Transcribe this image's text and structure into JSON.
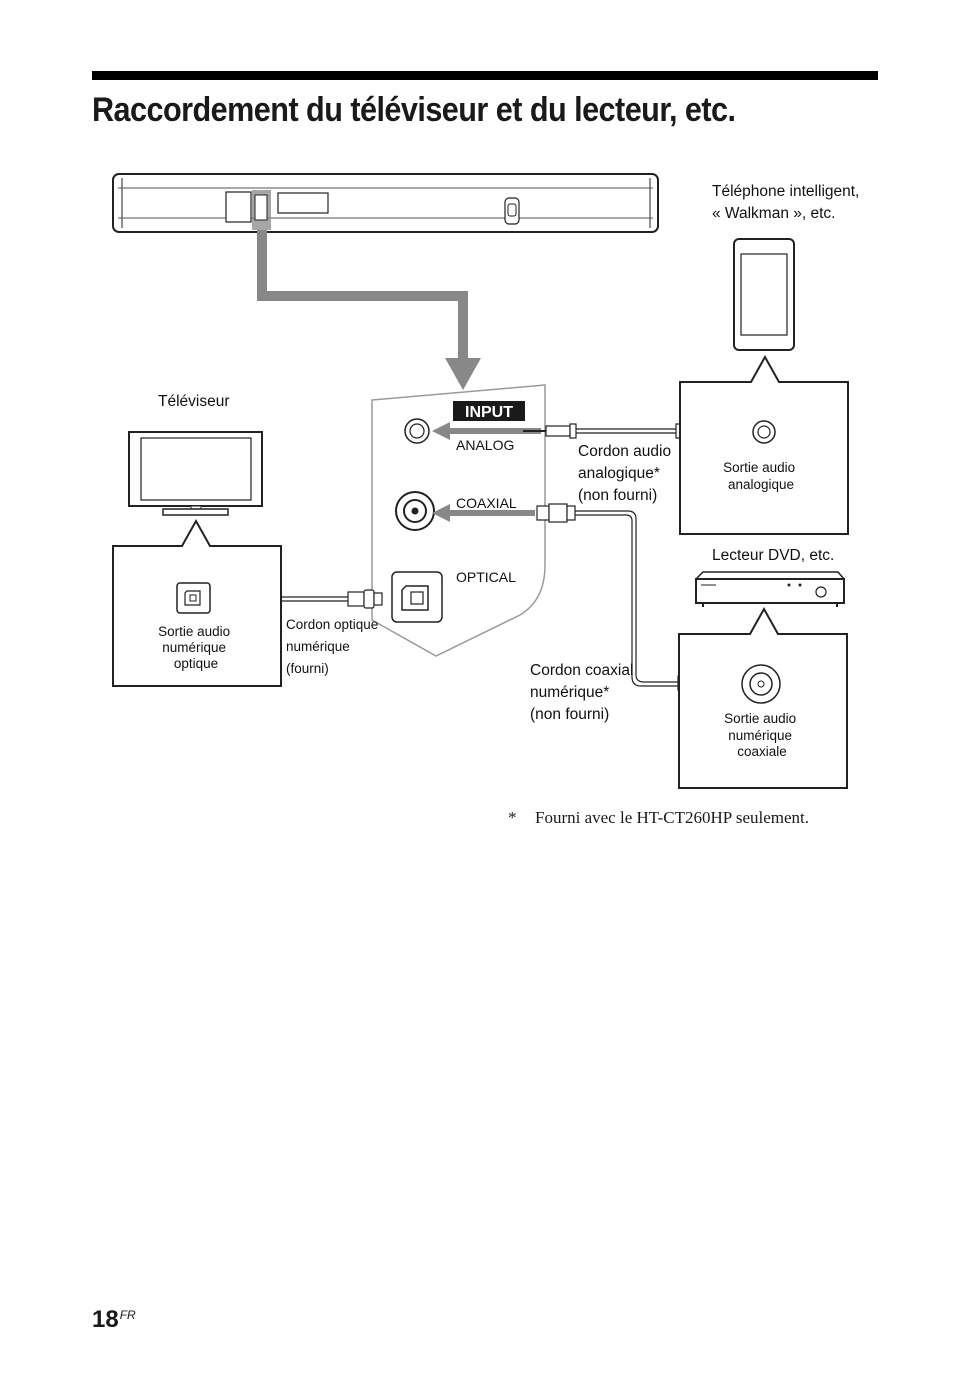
{
  "page": {
    "title": "Raccordement du téléviseur et du lecteur, etc.",
    "footnote_marker": "*",
    "footnote_text": "Fourni avec le HT-CT260HP seulement.",
    "page_number": "18",
    "page_suffix": "FR"
  },
  "diagram": {
    "panel_labels": {
      "input": "INPUT",
      "analog": "ANALOG",
      "coaxial": "COAXIAL",
      "optical": "OPTICAL"
    },
    "devices": {
      "tv": "Téléviseur",
      "phone_line1": "Téléphone intelligent,",
      "phone_line2": "« Walkman », etc.",
      "dvd": "Lecteur DVD, etc."
    },
    "outputs": {
      "optical": [
        "Sortie audio",
        "numérique",
        "optique"
      ],
      "analog": [
        "Sortie audio",
        "analogique"
      ],
      "coaxial": [
        "Sortie audio",
        "numérique",
        "coaxiale"
      ]
    },
    "cables": {
      "optical": [
        "Cordon optique",
        "numérique",
        "(fourni)"
      ],
      "analog": [
        "Cordon audio",
        "analogique*",
        "(non fourni)"
      ],
      "coaxial": [
        "Cordon coaxial",
        "numérique*",
        "(non fourni)"
      ]
    }
  }
}
